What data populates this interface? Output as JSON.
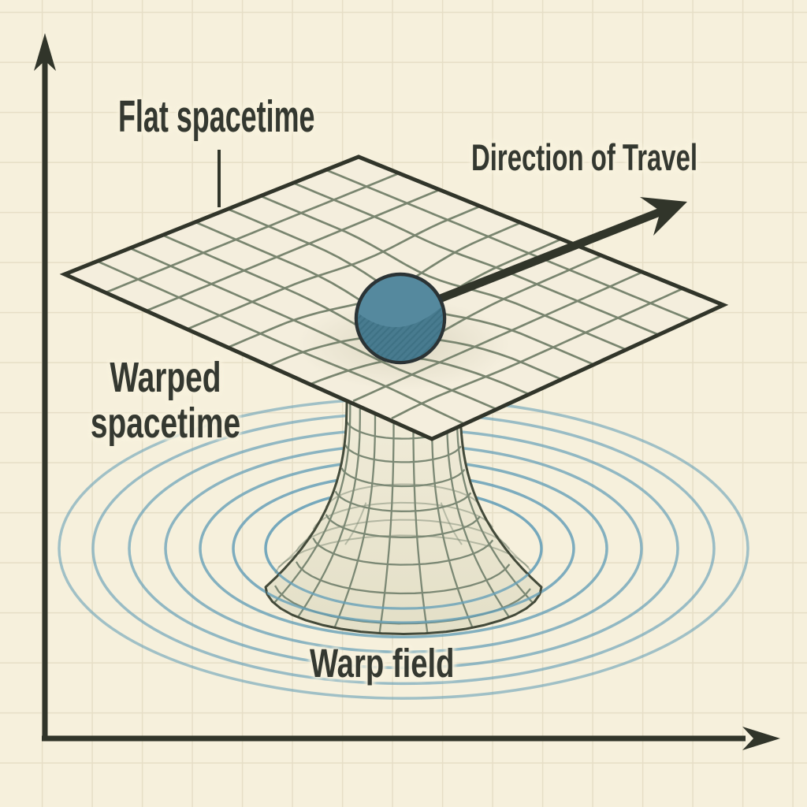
{
  "labels": {
    "flat_spacetime": "Flat spacetime",
    "direction_of_travel": "Direction of Travel",
    "warped_spacetime_line1": "Warped",
    "warped_spacetime_line2": "spacetime",
    "warp_field": "Warp field"
  },
  "warp_field_rings": {
    "ring_count": 7
  },
  "palette": {
    "background": "#f6f0dc",
    "grid_faint": "#e6dec6",
    "plane_fill": "#f4eedd",
    "plane_grid": "#79856f",
    "ink": "#31352a",
    "ring_blue": "#67a0b8",
    "funnel_fill_top": "#f1ecd9",
    "funnel_fill_bottom": "#e3dfc7",
    "funnel_grid": "#7b8874",
    "funnel_edge": "#434a3a",
    "sphere_teal": "#55899e",
    "sphere_shade": "#47798c",
    "sphere_hatch": "#3c6e81",
    "sphere_outline": "#2b3335",
    "text": "#343830"
  }
}
